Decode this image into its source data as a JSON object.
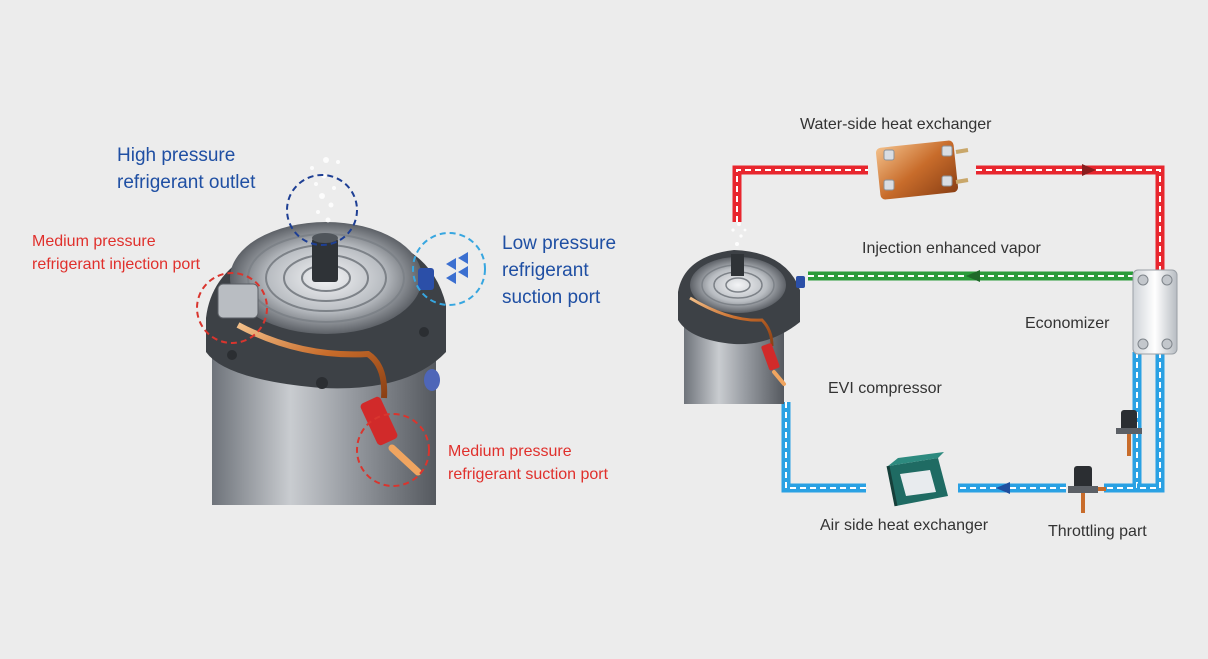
{
  "labels": {
    "high_pressure_outlet": {
      "line1": "High pressure",
      "line2": "refrigerant outlet"
    },
    "low_pressure_suction": {
      "line1": "Low pressure",
      "line2": "refrigerant",
      "line3": "suction port"
    },
    "medium_injection": {
      "line1": "Medium pressure",
      "line2": "refrigerant injection port"
    },
    "medium_suction": {
      "line1": "Medium pressure",
      "line2": "refrigerant suction port"
    },
    "water_side_hx": "Water-side heat exchanger",
    "injection_vapor": "Injection enhanced vapor",
    "economizer": "Economizer",
    "evi_compressor": "EVI compressor",
    "air_side_hx": "Air side heat exchanger",
    "throttling_part": "Throttling part"
  },
  "colors": {
    "background": "#ececec",
    "high_pressure_line": "#e8262e",
    "injection_line": "#2a9c3a",
    "low_pressure_line": "#2aa1e3",
    "label_blue": "#1f4fa3",
    "label_red": "#e0302c",
    "label_dark": "#333333"
  }
}
